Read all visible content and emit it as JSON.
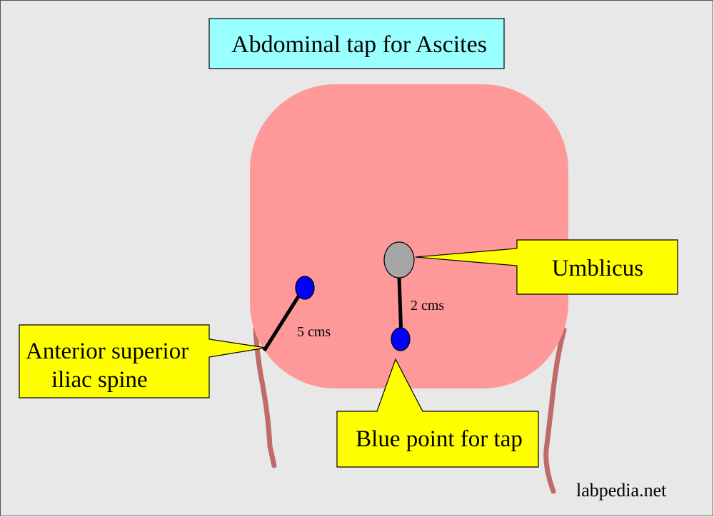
{
  "title": "Abdominal tap for Ascites",
  "labels": {
    "umbilicus": "Umblicus",
    "asis_line1": "Anterior superior",
    "asis_line2": "iliac spine",
    "tap_point": "Blue point for tap"
  },
  "measurements": {
    "umbilicus_to_tap": "2 cms",
    "asis_to_tap": "5 cms"
  },
  "watermark": "labpedia.net",
  "colors": {
    "background": "#e8e8e8",
    "title_box": "#99ffff",
    "abdomen": "#ff9999",
    "legs": "#c06a6a",
    "umbilicus": "#a6a6a6",
    "tap_point": "#0000ff",
    "callout": "#ffff00"
  }
}
